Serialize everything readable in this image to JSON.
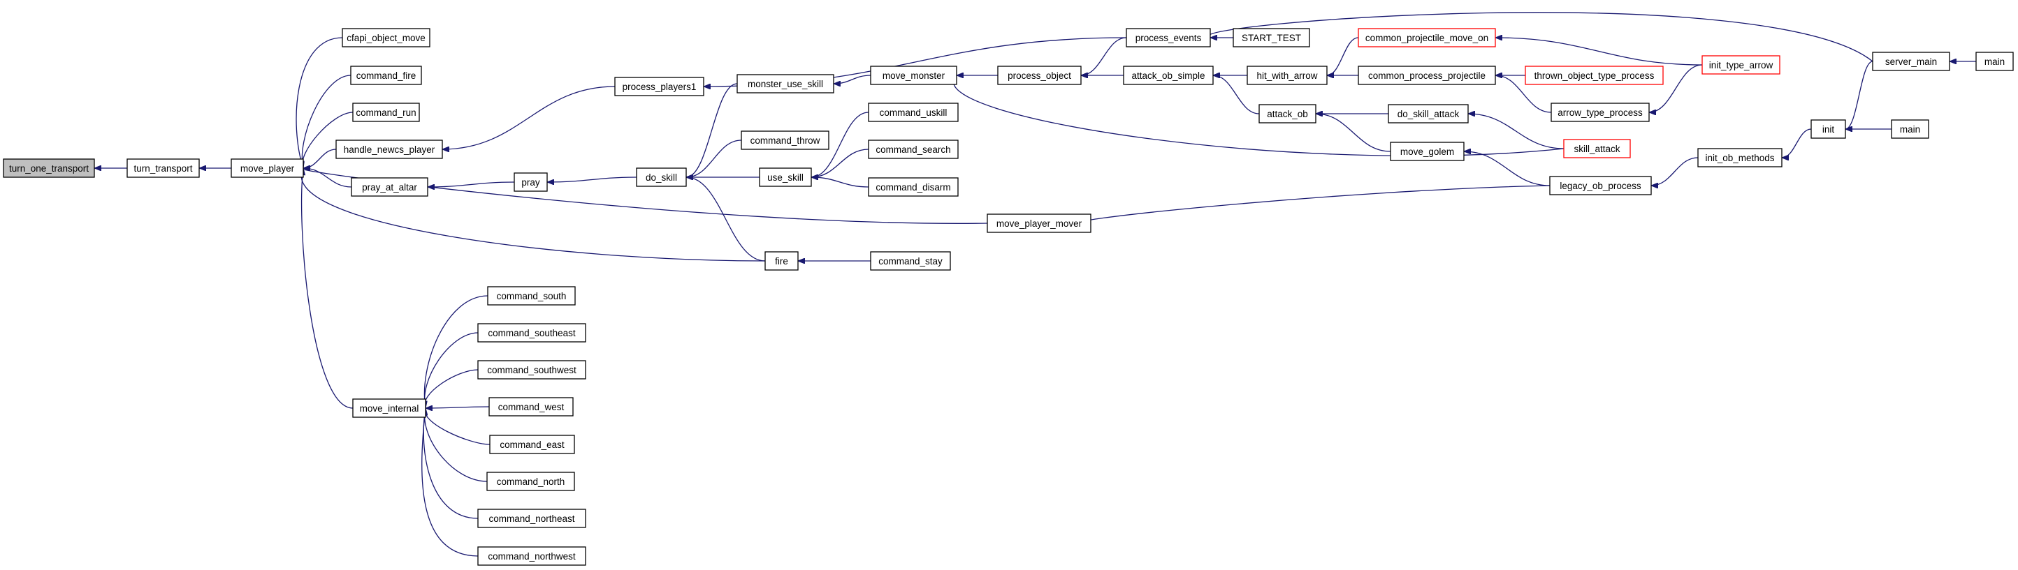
{
  "colors": {
    "edge": "#191970",
    "node_border": "#000000",
    "node_border_truncated": "#ff0000",
    "root_fill": "#bfbfbf",
    "node_fill": "#ffffff"
  },
  "nodes": [
    {
      "id": "turn_one_transport",
      "label": "turn_one_transport",
      "root": true
    },
    {
      "id": "turn_transport",
      "label": "turn_transport"
    },
    {
      "id": "move_player",
      "label": "move_player"
    },
    {
      "id": "cfapi_object_move",
      "label": "cfapi_object_move"
    },
    {
      "id": "command_fire",
      "label": "command_fire"
    },
    {
      "id": "command_run",
      "label": "command_run"
    },
    {
      "id": "handle_newcs_player",
      "label": "handle_newcs_player"
    },
    {
      "id": "pray_at_altar",
      "label": "pray_at_altar"
    },
    {
      "id": "move_internal",
      "label": "move_internal"
    },
    {
      "id": "process_players1",
      "label": "process_players1"
    },
    {
      "id": "pray",
      "label": "pray"
    },
    {
      "id": "do_skill",
      "label": "do_skill"
    },
    {
      "id": "fire",
      "label": "fire"
    },
    {
      "id": "monster_use_skill",
      "label": "monster_use_skill"
    },
    {
      "id": "command_throw",
      "label": "command_throw"
    },
    {
      "id": "use_skill",
      "label": "use_skill"
    },
    {
      "id": "move_monster",
      "label": "move_monster"
    },
    {
      "id": "command_uskill",
      "label": "command_uskill"
    },
    {
      "id": "command_search",
      "label": "command_search"
    },
    {
      "id": "command_disarm",
      "label": "command_disarm"
    },
    {
      "id": "command_stay",
      "label": "command_stay"
    },
    {
      "id": "move_player_mover",
      "label": "move_player_mover"
    },
    {
      "id": "process_object",
      "label": "process_object"
    },
    {
      "id": "process_events",
      "label": "process_events"
    },
    {
      "id": "start_test",
      "label": "START_TEST"
    },
    {
      "id": "attack_ob_simple",
      "label": "attack_ob_simple"
    },
    {
      "id": "hit_with_arrow",
      "label": "hit_with_arrow"
    },
    {
      "id": "attack_ob",
      "label": "attack_ob"
    },
    {
      "id": "common_projectile_move_on",
      "label": "common_projectile_move_on",
      "truncated": true
    },
    {
      "id": "common_process_projectile",
      "label": "common_process_projectile"
    },
    {
      "id": "thrown_object_type_process",
      "label": "thrown_object_type_process",
      "truncated": true
    },
    {
      "id": "arrow_type_process",
      "label": "arrow_type_process"
    },
    {
      "id": "do_skill_attack",
      "label": "do_skill_attack"
    },
    {
      "id": "move_golem",
      "label": "move_golem"
    },
    {
      "id": "skill_attack",
      "label": "skill_attack",
      "truncated": true
    },
    {
      "id": "legacy_ob_process",
      "label": "legacy_ob_process"
    },
    {
      "id": "init_type_arrow",
      "label": "init_type_arrow",
      "truncated": true
    },
    {
      "id": "init_ob_methods",
      "label": "init_ob_methods"
    },
    {
      "id": "init",
      "label": "init"
    },
    {
      "id": "server_main",
      "label": "server_main"
    },
    {
      "id": "main_1",
      "label": "main"
    },
    {
      "id": "main_2",
      "label": "main"
    },
    {
      "id": "command_south",
      "label": "command_south"
    },
    {
      "id": "command_southeast",
      "label": "command_southeast"
    },
    {
      "id": "command_southwest",
      "label": "command_southwest"
    },
    {
      "id": "command_west",
      "label": "command_west"
    },
    {
      "id": "command_east",
      "label": "command_east"
    },
    {
      "id": "command_north",
      "label": "command_north"
    },
    {
      "id": "command_northeast",
      "label": "command_northeast"
    },
    {
      "id": "command_northwest",
      "label": "command_northwest"
    }
  ],
  "edges": [
    [
      "turn_transport",
      "turn_one_transport"
    ],
    [
      "move_player",
      "turn_transport"
    ],
    [
      "cfapi_object_move",
      "move_player"
    ],
    [
      "command_fire",
      "move_player"
    ],
    [
      "command_run",
      "move_player"
    ],
    [
      "handle_newcs_player",
      "move_player"
    ],
    [
      "pray_at_altar",
      "move_player"
    ],
    [
      "move_internal",
      "move_player"
    ],
    [
      "move_player_mover",
      "move_player"
    ],
    [
      "fire",
      "move_player"
    ],
    [
      "process_players1",
      "handle_newcs_player"
    ],
    [
      "process_events",
      "process_players1"
    ],
    [
      "pray",
      "pray_at_altar"
    ],
    [
      "do_skill",
      "pray"
    ],
    [
      "monster_use_skill",
      "do_skill"
    ],
    [
      "command_throw",
      "do_skill"
    ],
    [
      "use_skill",
      "do_skill"
    ],
    [
      "fire",
      "do_skill"
    ],
    [
      "move_monster",
      "monster_use_skill"
    ],
    [
      "command_uskill",
      "use_skill"
    ],
    [
      "command_search",
      "use_skill"
    ],
    [
      "command_disarm",
      "use_skill"
    ],
    [
      "command_stay",
      "fire"
    ],
    [
      "process_object",
      "move_monster"
    ],
    [
      "skill_attack",
      "move_monster"
    ],
    [
      "process_events",
      "process_object"
    ],
    [
      "attack_ob_simple",
      "process_object"
    ],
    [
      "server_main",
      "process_events"
    ],
    [
      "start_test",
      "process_events"
    ],
    [
      "hit_with_arrow",
      "attack_ob_simple"
    ],
    [
      "attack_ob",
      "attack_ob_simple"
    ],
    [
      "common_projectile_move_on",
      "hit_with_arrow"
    ],
    [
      "common_process_projectile",
      "hit_with_arrow"
    ],
    [
      "do_skill_attack",
      "attack_ob"
    ],
    [
      "move_golem",
      "attack_ob"
    ],
    [
      "init_type_arrow",
      "common_projectile_move_on"
    ],
    [
      "thrown_object_type_process",
      "common_process_projectile"
    ],
    [
      "arrow_type_process",
      "common_process_projectile"
    ],
    [
      "init_type_arrow",
      "arrow_type_process"
    ],
    [
      "skill_attack",
      "do_skill_attack"
    ],
    [
      "legacy_ob_process",
      "move_golem"
    ],
    [
      "init_ob_methods",
      "legacy_ob_process"
    ],
    [
      "legacy_ob_process",
      "move_player_mover"
    ],
    [
      "init",
      "init_ob_methods"
    ],
    [
      "server_main",
      "init"
    ],
    [
      "main_2",
      "init"
    ],
    [
      "main_1",
      "server_main"
    ],
    [
      "command_south",
      "move_internal"
    ],
    [
      "command_southeast",
      "move_internal"
    ],
    [
      "command_southwest",
      "move_internal"
    ],
    [
      "command_west",
      "move_internal"
    ],
    [
      "command_east",
      "move_internal"
    ],
    [
      "command_north",
      "move_internal"
    ],
    [
      "command_northeast",
      "move_internal"
    ],
    [
      "command_northwest",
      "move_internal"
    ]
  ]
}
